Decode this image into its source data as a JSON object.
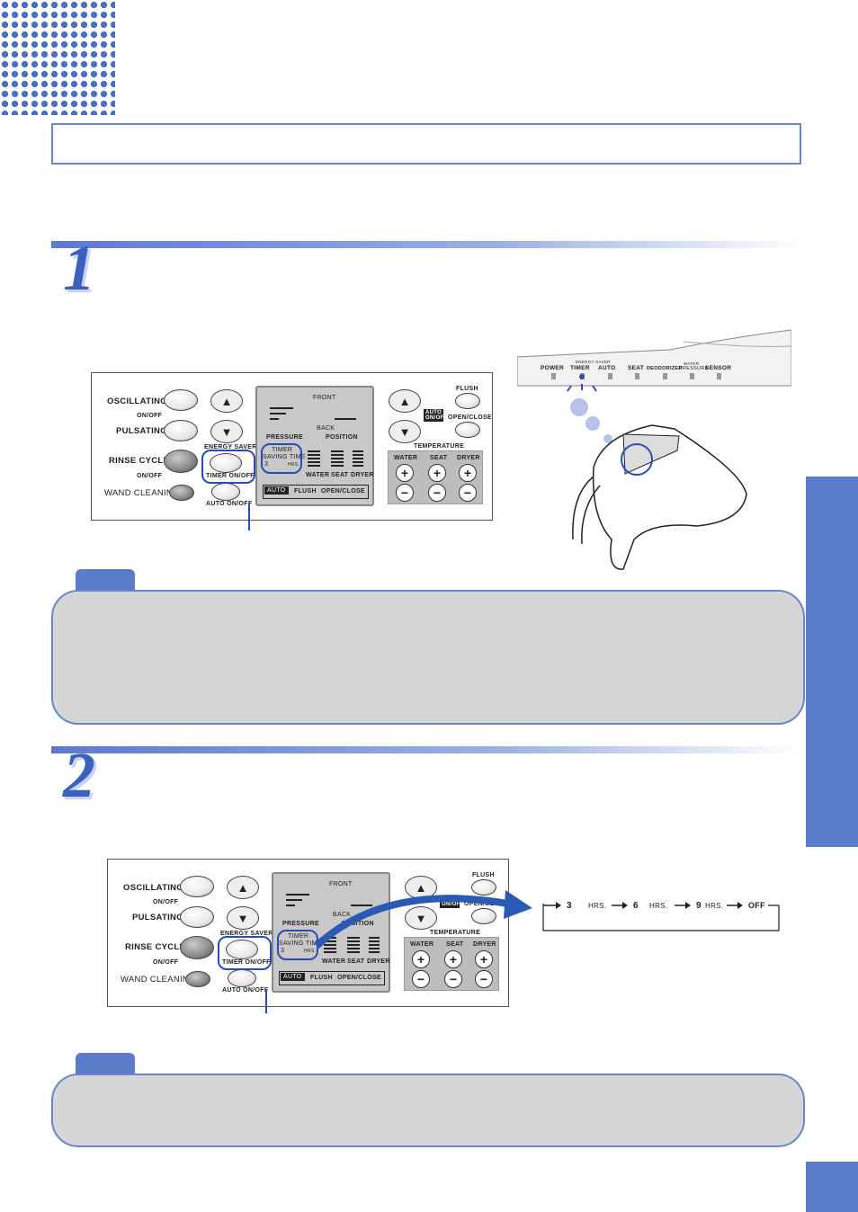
{
  "panel": {
    "oscillating": "OSCILLATING",
    "on_off_1": "ON/OFF",
    "pulsating": "PULSATING",
    "rinse_cycle": "RINSE CYCLE",
    "on_off_2": "ON/OFF",
    "wand_cleaning": "WAND CLEANING",
    "energy_saver": "ENERGY SAVER",
    "timer_on_off": "TIMER ON/OFF",
    "auto_on_off": "AUTO ON/OFF",
    "front": "FRONT",
    "back": "BACK",
    "pressure": "PRESSURE",
    "position": "POSITION",
    "timer": "TIMER",
    "saving_time": "SAVING TIME",
    "timer_value": "3",
    "hrs": "HRS.",
    "water": "WATER",
    "seat": "SEAT",
    "dryer": "DRYER",
    "auto": "AUTO",
    "flush_lcd": "FLUSH",
    "open_close_lcd": "OPEN/CLOSE",
    "flush": "FLUSH",
    "auto_badge": "AUTO ON/OFF",
    "open_close": "OPEN/CLOSE",
    "temperature": "TEMPERATURE"
  },
  "seat_panel": {
    "power": "POWER",
    "timer": "TIMER",
    "energy_saver": "ENERGY SAVER",
    "auto": "AUTO",
    "seat": "SEAT",
    "deodorizer": "DEODORIZER",
    "water_pressure_top": "WATER",
    "water_pressure": "PRESSURE",
    "sensor": "SENSOR"
  },
  "steps": {
    "step1": "1",
    "step2": "2"
  },
  "cycle": {
    "v1": "3",
    "u1": "HRS.",
    "v2": "6",
    "u2": "HRS.",
    "v3": "9",
    "u3": "HRS.",
    "off": "OFF"
  }
}
